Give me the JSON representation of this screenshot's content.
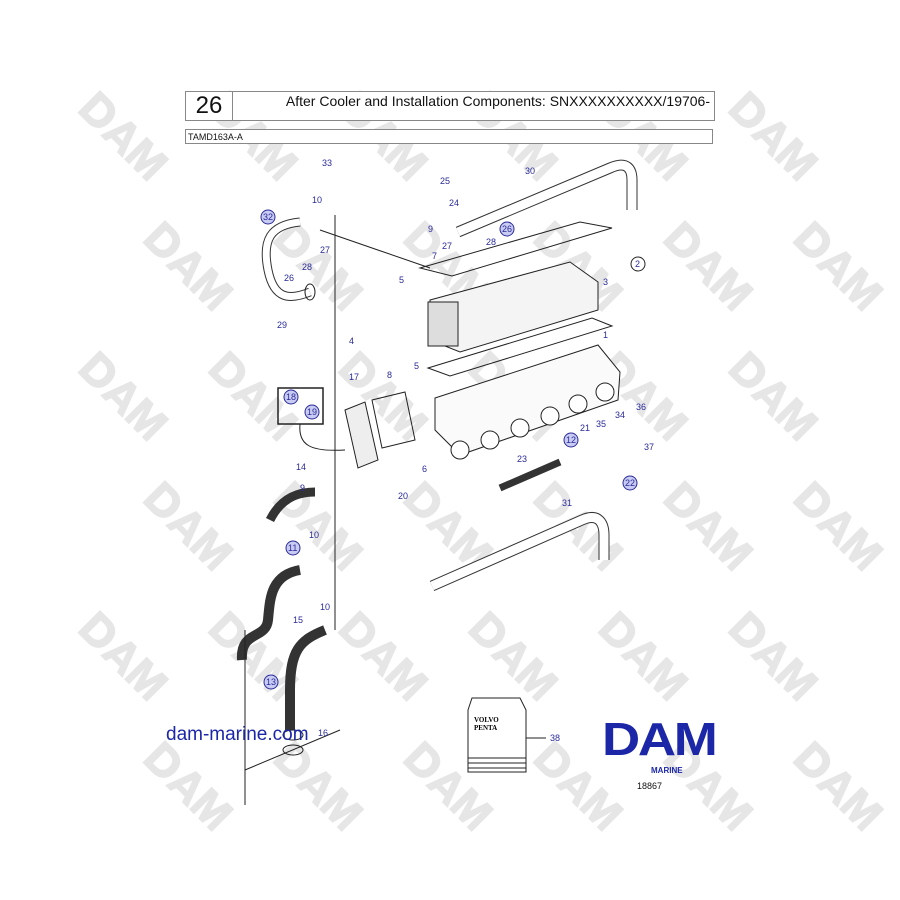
{
  "header": {
    "page_number": "26",
    "title": "After Cooler and Installation Components: SNXXXXXXXXXX/19706-",
    "model": "TAMD163A-A"
  },
  "watermark": "DAM",
  "callouts": [
    {
      "label": "33",
      "circled": false
    },
    {
      "label": "10",
      "circled": false
    },
    {
      "label": "32",
      "circled": true
    },
    {
      "label": "27",
      "circled": false
    },
    {
      "label": "28",
      "circled": false
    },
    {
      "label": "26",
      "circled": false
    },
    {
      "label": "29",
      "circled": false
    },
    {
      "label": "25",
      "circled": false
    },
    {
      "label": "30",
      "circled": false
    },
    {
      "label": "24",
      "circled": false
    },
    {
      "label": "9",
      "circled": false
    },
    {
      "label": "26",
      "circled": true
    },
    {
      "label": "27",
      "circled": false
    },
    {
      "label": "28",
      "circled": false
    },
    {
      "label": "7",
      "circled": false
    },
    {
      "label": "5",
      "circled": false
    },
    {
      "label": "3",
      "circled": false
    },
    {
      "label": "2",
      "circled": true
    },
    {
      "label": "4",
      "circled": false
    },
    {
      "label": "5",
      "circled": false
    },
    {
      "label": "1",
      "circled": false
    },
    {
      "label": "18",
      "circled": true
    },
    {
      "label": "19",
      "circled": true
    },
    {
      "label": "17",
      "circled": false
    },
    {
      "label": "8",
      "circled": false
    },
    {
      "label": "6",
      "circled": false
    },
    {
      "label": "20",
      "circled": false
    },
    {
      "label": "36",
      "circled": false
    },
    {
      "label": "34",
      "circled": false
    },
    {
      "label": "35",
      "circled": false
    },
    {
      "label": "21",
      "circled": false
    },
    {
      "label": "12",
      "circled": true
    },
    {
      "label": "37",
      "circled": false
    },
    {
      "label": "23",
      "circled": false
    },
    {
      "label": "22",
      "circled": true
    },
    {
      "label": "14",
      "circled": false
    },
    {
      "label": "9",
      "circled": false
    },
    {
      "label": "31",
      "circled": false
    },
    {
      "label": "11",
      "circled": true
    },
    {
      "label": "10",
      "circled": false
    },
    {
      "label": "15",
      "circled": false
    },
    {
      "label": "10",
      "circled": false
    },
    {
      "label": "13",
      "circled": true
    },
    {
      "label": "16",
      "circled": false
    },
    {
      "label": "38",
      "circled": false
    }
  ],
  "kit_box": {
    "brand_line1": "VOLVO",
    "brand_line2": "PENTA"
  },
  "footer": {
    "website": "dam-marine.com",
    "logo_text": "DAM",
    "logo_subtext": "MARINE",
    "figure_number": "18867",
    "logo_color": "#1c27a8"
  }
}
